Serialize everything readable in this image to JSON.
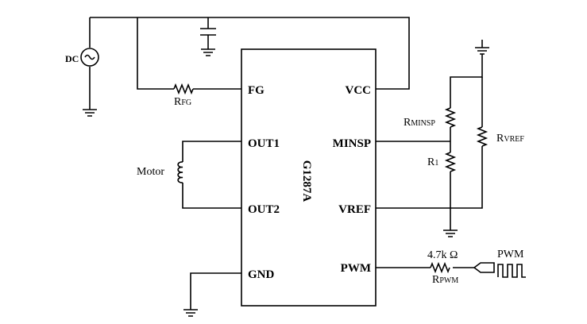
{
  "chip": {
    "name": "G1287A",
    "pins": {
      "fg": "FG",
      "out1": "OUT1",
      "out2": "OUT2",
      "gnd": "GND",
      "vcc": "VCC",
      "minsp": "MINSP",
      "vref": "VREF",
      "pwm": "PWM"
    }
  },
  "labels": {
    "dc": "DC",
    "motor": "Motor",
    "rfg_main": "R",
    "rfg_sub": "FG",
    "rminsp_main": "R",
    "rminsp_sub": "MINSP",
    "r1_main": "R",
    "r1_sub": "1",
    "rvref_main": "R",
    "rvref_sub": "VREF",
    "rpwm_main": "R",
    "rpwm_sub": "PWM",
    "rpwm_value": "4.7k Ω",
    "pwm_signal": "PWM"
  }
}
